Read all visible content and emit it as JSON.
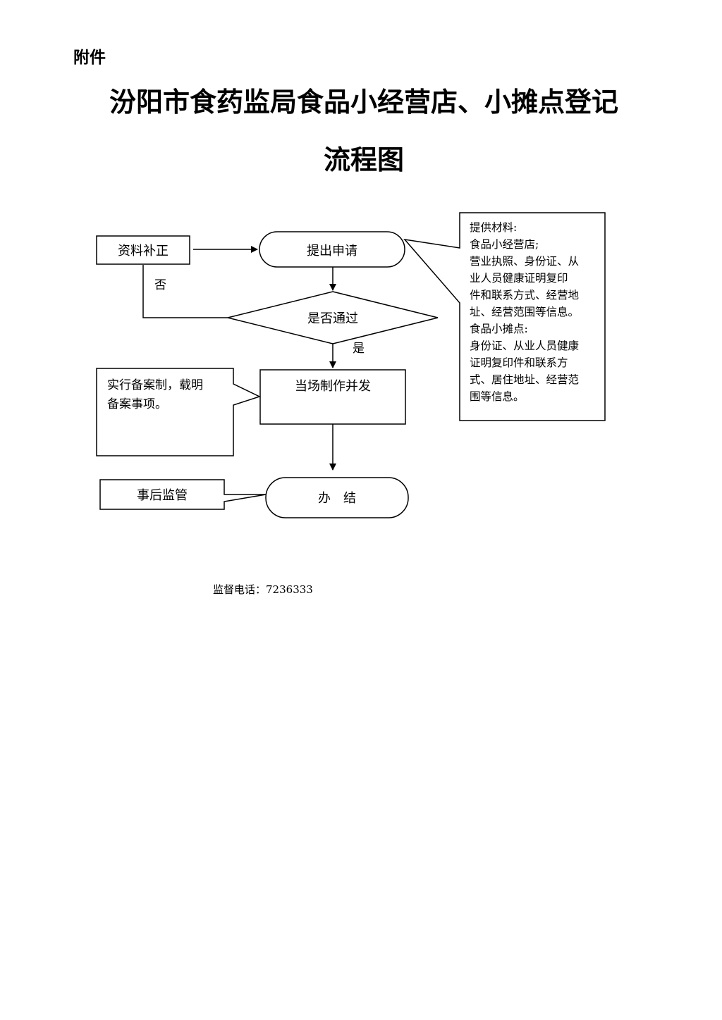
{
  "document": {
    "annex_label": "附件",
    "title_line_1": "汾阳市食药监局食品小经营店、小摊点登记",
    "title_line_2": "流程图",
    "phone_label": "监督电话：",
    "phone_number": "7236333"
  },
  "flowchart": {
    "nodes": {
      "supplement": "资料补正",
      "apply": "提出申请",
      "decision": "是否通过",
      "produce": "当场制作并发",
      "done": "办　结",
      "supervision": "事后监管"
    },
    "edge_labels": {
      "no": "否",
      "yes": "是"
    },
    "callouts": {
      "materials_lines": [
        "提供材料:",
        "食品小经营店;",
        "营业执照、身份证、从",
        "业人员健康证明复印",
        "件和联系方式、经营地",
        "址、经营范围等信息。",
        "食品小摊点:",
        "身份证、从业人员健康",
        "证明复印件和联系方",
        "式、居住地址、经营范",
        "围等信息。"
      ],
      "filing_lines": [
        "实行备案制，载明",
        "备案事项。"
      ]
    }
  }
}
